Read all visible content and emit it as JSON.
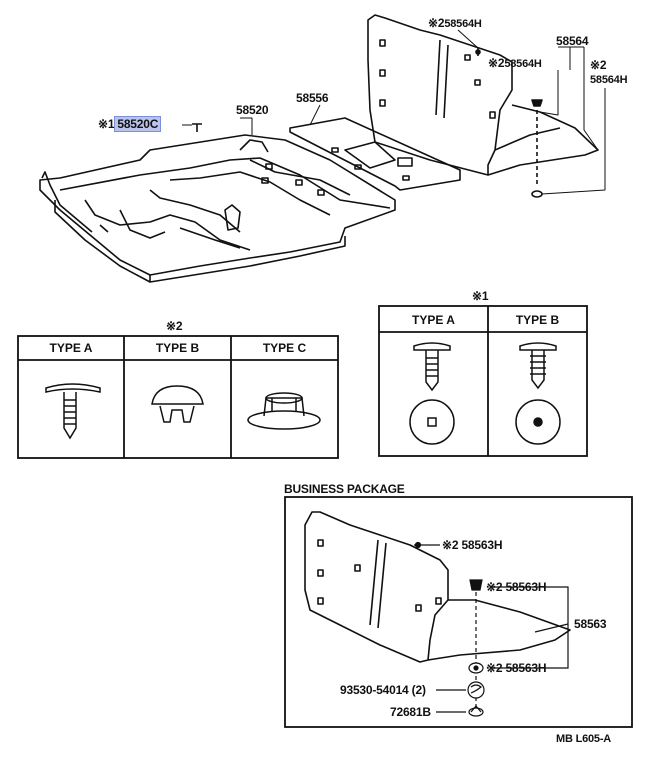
{
  "callouts": {
    "hl_prefix": "※1",
    "hl_part": "58520C",
    "carpet": "58520",
    "pad": "58556",
    "top_clip_prefix": "※2",
    "top_clip": "58564H",
    "mid_clip_prefix": "※2",
    "mid_clip": "58564H",
    "right_clip_prefix": "※2",
    "right_clip": "58564H",
    "board": "58564"
  },
  "table2": {
    "title": "※2",
    "cols": [
      "TYPE A",
      "TYPE B",
      "TYPE C"
    ]
  },
  "table1": {
    "title": "※1",
    "cols": [
      "TYPE A",
      "TYPE B"
    ]
  },
  "business": {
    "title": "BUSINESS PACKAGE",
    "clip_a": "※2 58563H",
    "clip_b": "※2 58563H",
    "clip_c": "※2 58563H",
    "board": "58563",
    "part_a": "93530-54014 (2)",
    "part_b": "72681B"
  },
  "code": "MB L605-A",
  "highlight_color": "#b9c3ee"
}
